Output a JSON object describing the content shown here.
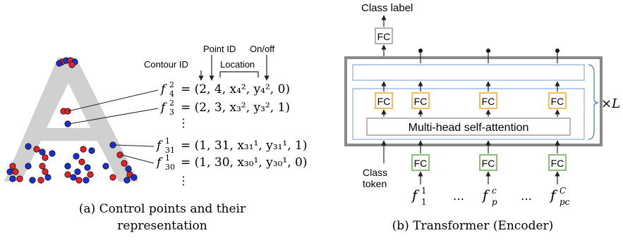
{
  "panel_a": {
    "header_point_id": "Point ID",
    "header_contour_id": "Contour ID",
    "header_location": "Location",
    "header_on_off": "On/off",
    "rows": [
      {
        "sym": "f",
        "sup": "2",
        "sub": "4",
        "values": "= (2, 4, x₄², y₄², 0)"
      },
      {
        "sym": "f",
        "sup": "2",
        "sub": "3",
        "values": "= (2, 3, x₃², y₃², 1)"
      },
      {
        "sym": "f",
        "sup": "1",
        "sub": "31",
        "values": "= (1, 31, x₃₁¹, y₃₁¹, 1)"
      },
      {
        "sym": "f",
        "sup": "1",
        "sub": "30",
        "values": "= (1, 30, x₃₀¹, y₃₀¹, 0)"
      }
    ],
    "ellipsis": "⋮",
    "caption_line1": "(a) Control points and their",
    "caption_line2": "representation"
  },
  "panel_b": {
    "class_label": "Class label",
    "fc_label": "FC",
    "attention_label": "Multi-head self-attention",
    "repeat_label": "×L",
    "class_token_line1": "Class",
    "class_token_line2": "token",
    "inputs": [
      {
        "sym": "f",
        "sup": "1",
        "sub": "1"
      },
      {
        "sym": "f",
        "sup": "c",
        "sub": "p"
      },
      {
        "sym": "f",
        "sup": "C",
        "sub": "pᴄ"
      }
    ],
    "dots": "…",
    "caption": "(b) Transformer (Encoder)"
  },
  "colors": {
    "glyph_fill": "#d0d0d0",
    "on_point": "#e8202a",
    "off_point": "#1a2fd0",
    "fc_head_border": "#999999",
    "fc_orange_border": "#f5a623",
    "fc_green_border": "#6aa84f",
    "encoder_border": "#888888",
    "inner_border": "#8eaadb"
  },
  "icons": [
    "control-point-on",
    "control-point-off",
    "arrow-icon",
    "dot-icon",
    "brace-icon"
  ]
}
